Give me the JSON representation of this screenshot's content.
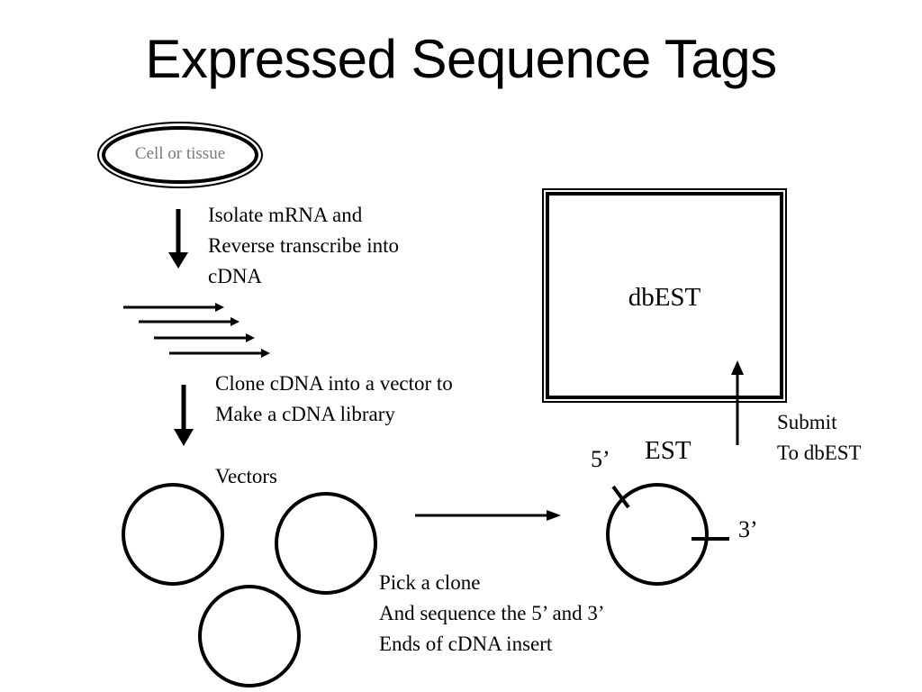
{
  "slide": {
    "title": "Expressed Sequence Tags",
    "source_label": "Cell or tissue",
    "step1": [
      "Isolate mRNA and",
      "Reverse transcribe into",
      "cDNA"
    ],
    "step2": [
      "Clone cDNA into a vector to",
      "Make a cDNA library"
    ],
    "vectors_label": "Vectors",
    "step3": [
      "Pick a clone",
      "And sequence the 5’ and 3’",
      "Ends of cDNA insert"
    ],
    "database_label": "dbEST",
    "est_label": "EST",
    "five_prime": "5’",
    "three_prime": "3’",
    "submit": [
      "Submit",
      "To dbEST"
    ]
  },
  "colors": {
    "ink": "#000000",
    "source_label": "#7a7a7a"
  }
}
